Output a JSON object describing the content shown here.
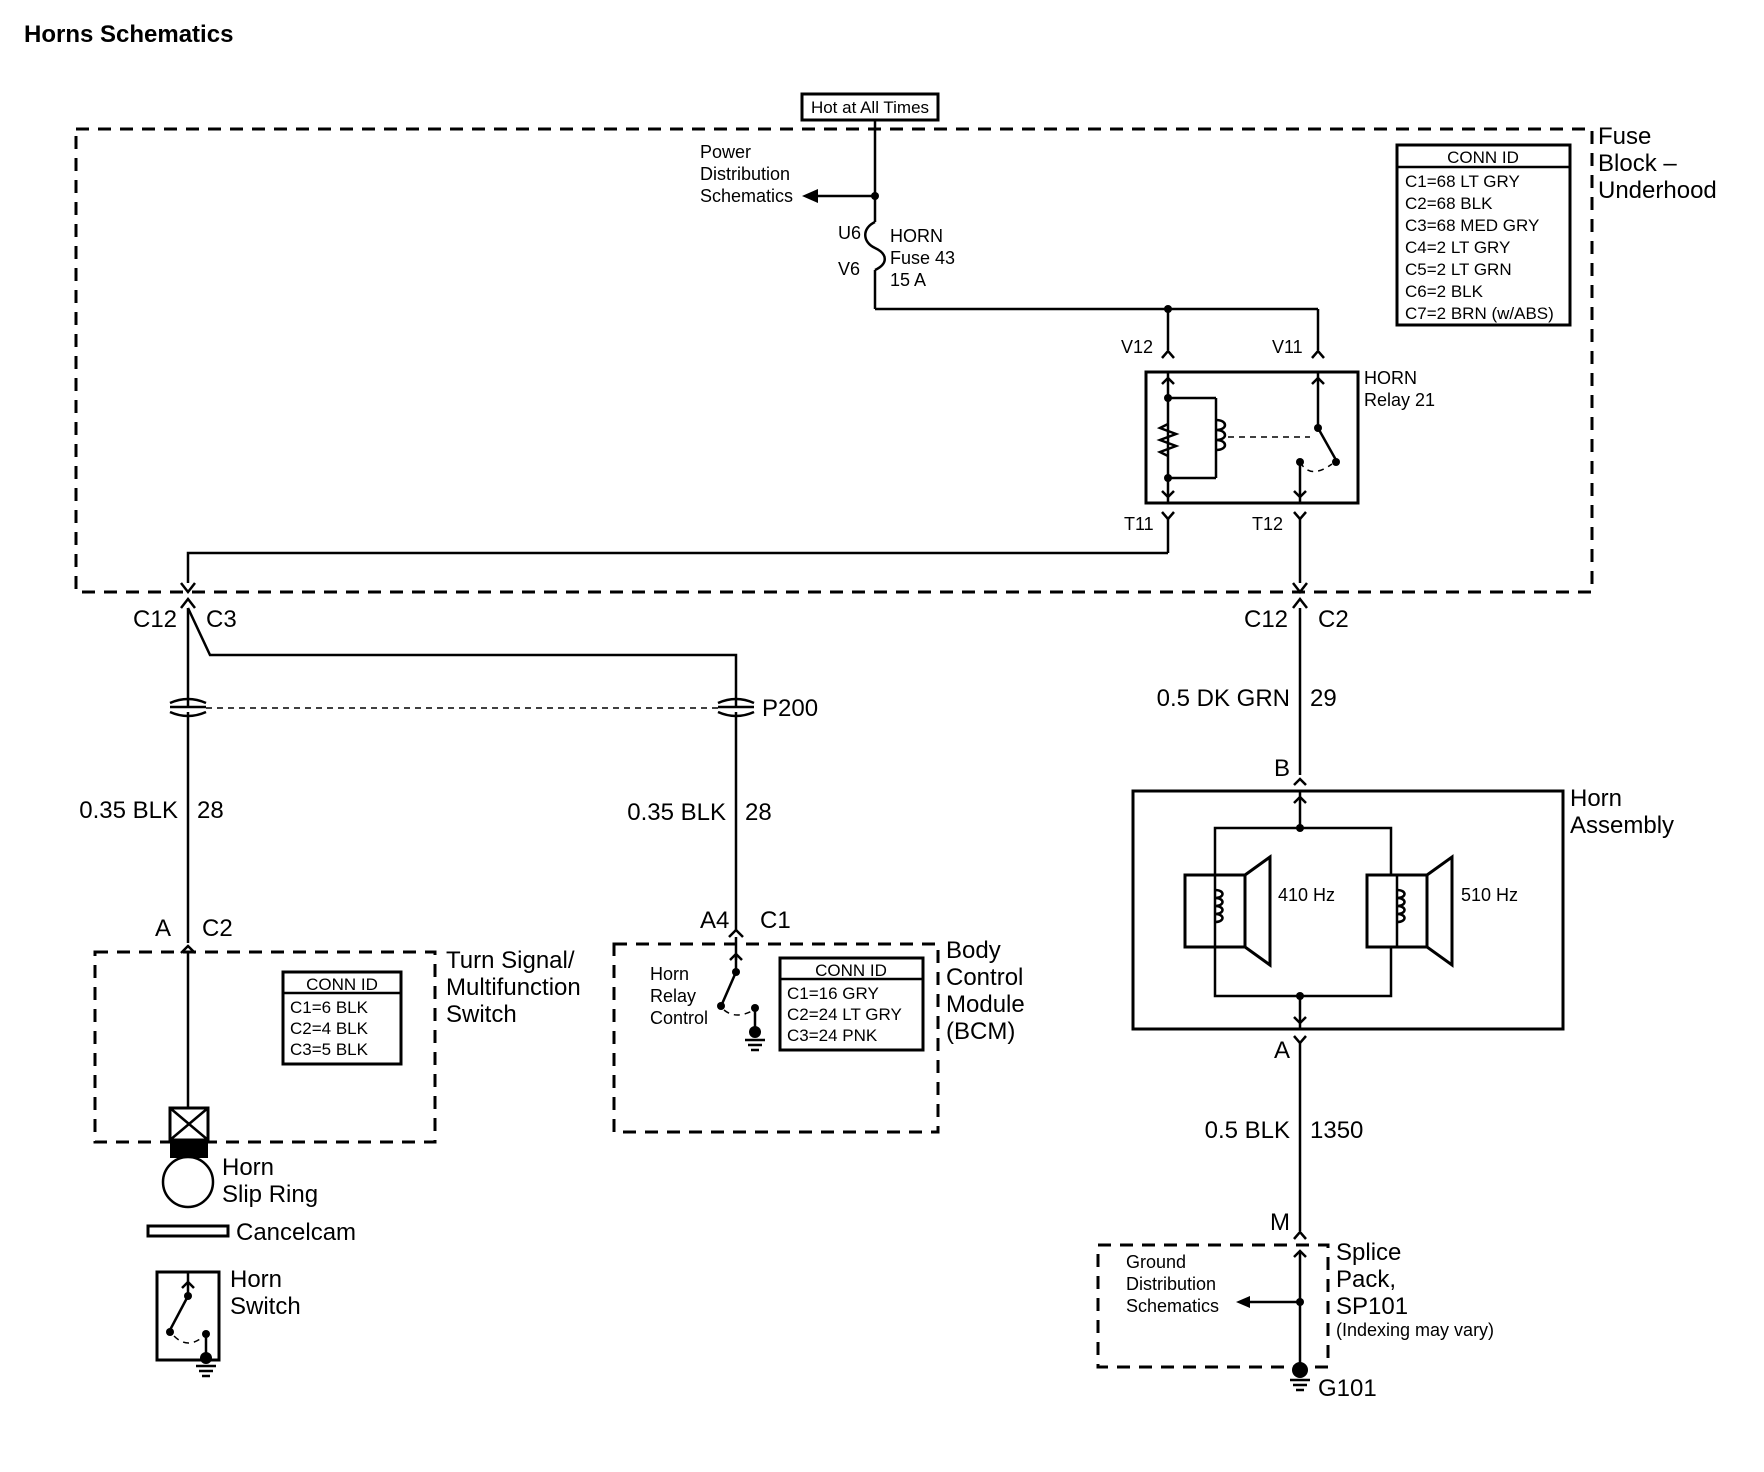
{
  "title": "Horns Schematics",
  "power": {
    "hot_label": "Hot at All Times",
    "pds_lines": [
      "Power",
      "Distribution",
      "Schematics"
    ]
  },
  "fuse_block": {
    "name_lines": [
      "Fuse",
      "Block –",
      "Underhood"
    ],
    "conn_id": {
      "header": "CONN ID",
      "rows": [
        "C1=68 LT GRY",
        "C2=68 BLK",
        "C3=68 MED GRY",
        "C4=2 LT GRY",
        "C5=2 LT GRN",
        "C6=2 BLK",
        "C7=2 BRN (w/ABS)"
      ]
    }
  },
  "fuse": {
    "pin_top": "U6",
    "pin_bottom": "V6",
    "name_lines": [
      "HORN",
      "Fuse 43",
      "15 A"
    ]
  },
  "relay": {
    "name_lines": [
      "HORN",
      "Relay 21"
    ],
    "pins": {
      "v12": "V12",
      "v11": "V11",
      "t11": "T11",
      "t12": "T12"
    }
  },
  "connectors": {
    "left_a": "C12",
    "left_b": "C3",
    "right_a": "C12",
    "right_b": "C2"
  },
  "splice": {
    "label": "P200"
  },
  "wires": {
    "left": {
      "gauge": "0.35 BLK",
      "circuit": "28"
    },
    "middle": {
      "gauge": "0.35 BLK",
      "circuit": "28"
    },
    "right_top": {
      "gauge": "0.5 DK GRN",
      "circuit": "29"
    },
    "right_bottom": {
      "gauge": "0.5 BLK",
      "circuit": "1350"
    }
  },
  "turn_signal_switch": {
    "pin": "A",
    "conn": "C2",
    "name_lines": [
      "Turn Signal/",
      "Multifunction",
      "Switch"
    ],
    "conn_id": {
      "header": "CONN ID",
      "rows": [
        "C1=6 BLK",
        "C2=4 BLK",
        "C3=5 BLK"
      ]
    }
  },
  "bcm": {
    "pin": "A4",
    "conn": "C1",
    "name_lines": [
      "Body",
      "Control",
      "Module",
      "(BCM)"
    ],
    "control_lines": [
      "Horn",
      "Relay",
      "Control"
    ],
    "conn_id": {
      "header": "CONN ID",
      "rows": [
        "C1=16 GRY",
        "C2=24 LT GRY",
        "C3=24 PNK"
      ]
    }
  },
  "slip_ring": {
    "name_lines": [
      "Horn",
      "Slip Ring"
    ]
  },
  "cancelcam": {
    "label": "Cancelcam"
  },
  "horn_switch": {
    "name_lines": [
      "Horn",
      "Switch"
    ]
  },
  "horn_assembly": {
    "pin_top": "B",
    "pin_bottom": "A",
    "name_lines": [
      "Horn",
      "Assembly"
    ],
    "horn_left": "410 Hz",
    "horn_right": "510 Hz"
  },
  "splice_pack": {
    "pin": "M",
    "name_lines": [
      "Splice",
      "Pack,",
      "SP101"
    ],
    "note": "(Indexing may vary)",
    "gds_lines": [
      "Ground",
      "Distribution",
      "Schematics"
    ]
  },
  "ground": {
    "label": "G101"
  }
}
